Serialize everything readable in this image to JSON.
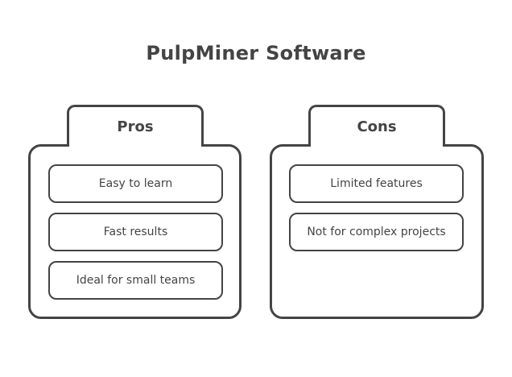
{
  "title": "PulpMiner Software",
  "pros": {
    "header": "Pros",
    "items": [
      "Easy to learn",
      "Fast results",
      "Ideal for small teams"
    ]
  },
  "cons": {
    "header": "Cons",
    "items": [
      "Limited features",
      "Not for complex projects"
    ]
  },
  "colors": {
    "stroke": "#444444",
    "text": "#444444",
    "background": "#ffffff"
  }
}
